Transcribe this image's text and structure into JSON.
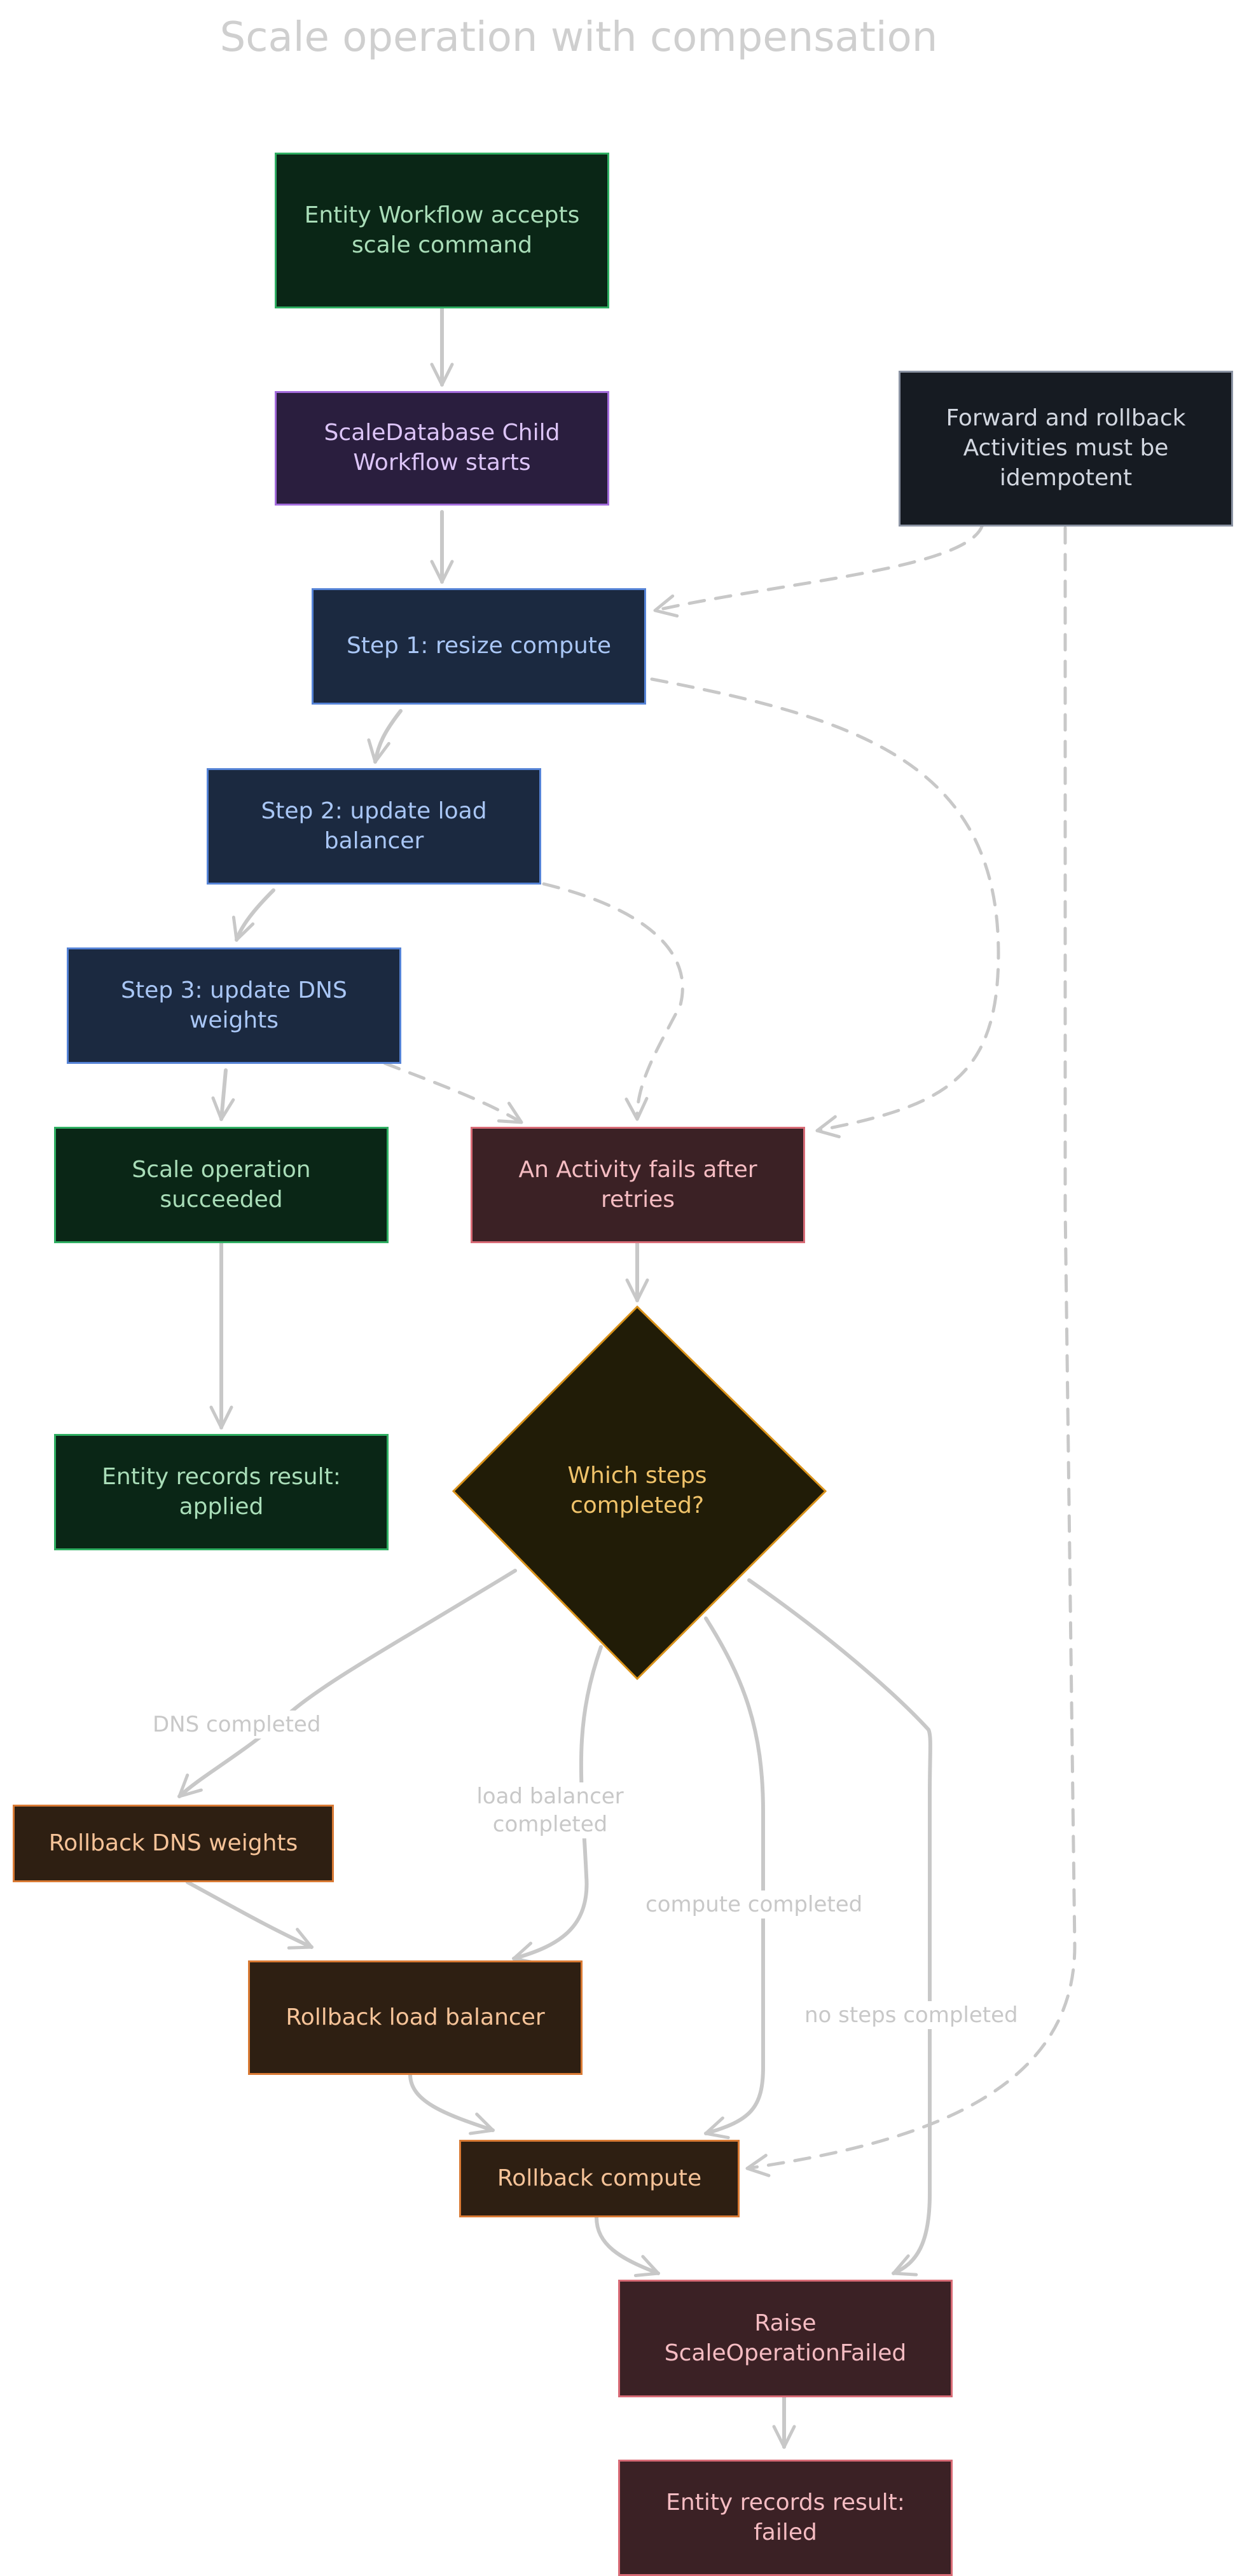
{
  "title": "Scale operation with compensation",
  "nodes": {
    "accept": "Entity Workflow accepts scale command",
    "child_start": "ScaleDatabase Child Workflow starts",
    "idempotent_note": "Forward and rollback Activities must be idempotent",
    "step1": "Step 1: resize compute",
    "step2": "Step 2: update load balancer",
    "step3": "Step 3: update DNS weights",
    "succeeded": "Scale operation succeeded",
    "fails": "An Activity fails after retries",
    "applied": "Entity records result: applied",
    "decision": "Which steps completed?",
    "rb_dns": "Rollback DNS weights",
    "rb_lb": "Rollback load balancer",
    "rb_compute": "Rollback compute",
    "raise": "Raise ScaleOperationFailed",
    "failed": "Entity records result: failed"
  },
  "edge_labels": {
    "dns": "DNS completed",
    "lb": "load balancer completed",
    "compute": "compute completed",
    "none": "no steps completed"
  },
  "colors": {
    "green": "#2fae62",
    "purple": "#a36bdc",
    "navy": "#5583d6",
    "slate": "#8b93a3",
    "maroon": "#d86b76",
    "brown": "#d97a34",
    "decision": "#d9921a",
    "edge": "#c8c8c8"
  }
}
